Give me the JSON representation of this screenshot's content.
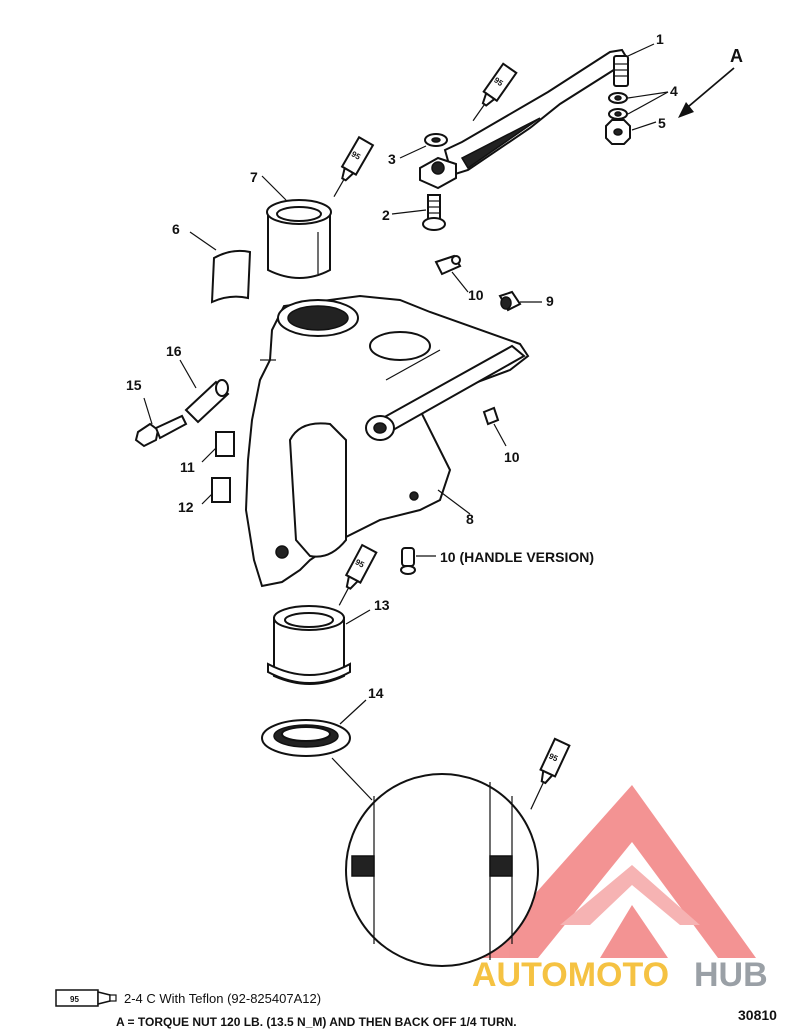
{
  "diagram": {
    "callouts": [
      {
        "id": "c1",
        "label": "1"
      },
      {
        "id": "c2",
        "label": "2"
      },
      {
        "id": "c3",
        "label": "3"
      },
      {
        "id": "c4",
        "label": "4"
      },
      {
        "id": "c5",
        "label": "5"
      },
      {
        "id": "c6",
        "label": "6"
      },
      {
        "id": "c7",
        "label": "7"
      },
      {
        "id": "c8",
        "label": "8"
      },
      {
        "id": "c9",
        "label": "9"
      },
      {
        "id": "c10a",
        "label": "10"
      },
      {
        "id": "c10b",
        "label": "10"
      },
      {
        "id": "c10c",
        "label": "10 (HANDLE VERSION)"
      },
      {
        "id": "c11",
        "label": "11"
      },
      {
        "id": "c12",
        "label": "12"
      },
      {
        "id": "c13",
        "label": "13"
      },
      {
        "id": "c14",
        "label": "14"
      },
      {
        "id": "c15",
        "label": "15"
      },
      {
        "id": "c16",
        "label": "16"
      }
    ],
    "view_letter": "A",
    "lubricant_code": "95",
    "legend_text": "2-4 C With Teflon (92-825407A12)",
    "note_text": "A = TORQUE NUT 120 LB. (13.5 N_M) AND THEN BACK OFF 1/4 TURN.",
    "figure_number": "30810"
  },
  "watermark": {
    "part1": "AUTOMOTO",
    "part2": "HUB",
    "color1": "#f5c242",
    "color2": "#9aa0a6",
    "logo_color": "#f07070"
  }
}
